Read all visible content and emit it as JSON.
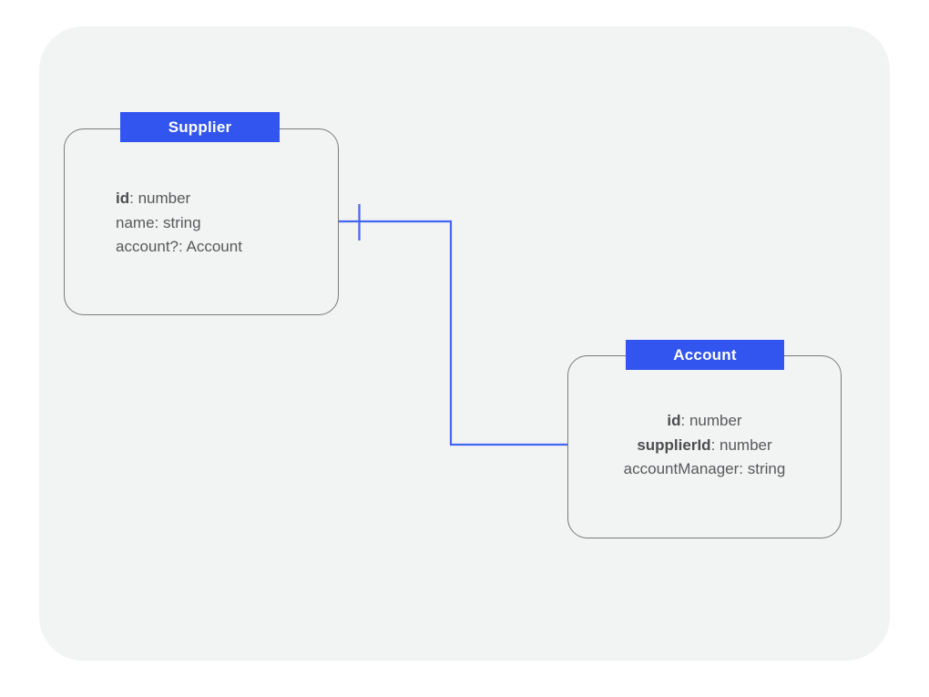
{
  "diagram": {
    "type": "entity-relationship-diagram",
    "panel": {
      "background_color": "#f2f3f3"
    },
    "accent_color": "#3355ef",
    "border_color": "#777b7e",
    "text_color": "#58595b",
    "entities": [
      {
        "id": "supplier",
        "name": "Supplier",
        "attributes": [
          {
            "key": "id",
            "separator": ": ",
            "type": "number",
            "is_key": true
          },
          {
            "key": "name",
            "separator": ": ",
            "type": "string",
            "is_key": false
          },
          {
            "key": "account?",
            "separator": ": ",
            "type": "Account",
            "is_key": false
          }
        ]
      },
      {
        "id": "account",
        "name": "Account",
        "attributes": [
          {
            "key": "id",
            "separator": ": ",
            "type": "number",
            "is_key": true
          },
          {
            "key": "supplierId",
            "separator": ": ",
            "type": "number",
            "is_key": true
          },
          {
            "key": "accountManager",
            "separator": ": ",
            "type": "string",
            "is_key": false
          }
        ]
      }
    ],
    "relationship": {
      "id": "supplier-account-relation",
      "from": "supplier",
      "to": "account",
      "line_color": "#4466f5",
      "style": "orthogonal-elbow",
      "source_cardinality_marker": "one-tick"
    }
  }
}
